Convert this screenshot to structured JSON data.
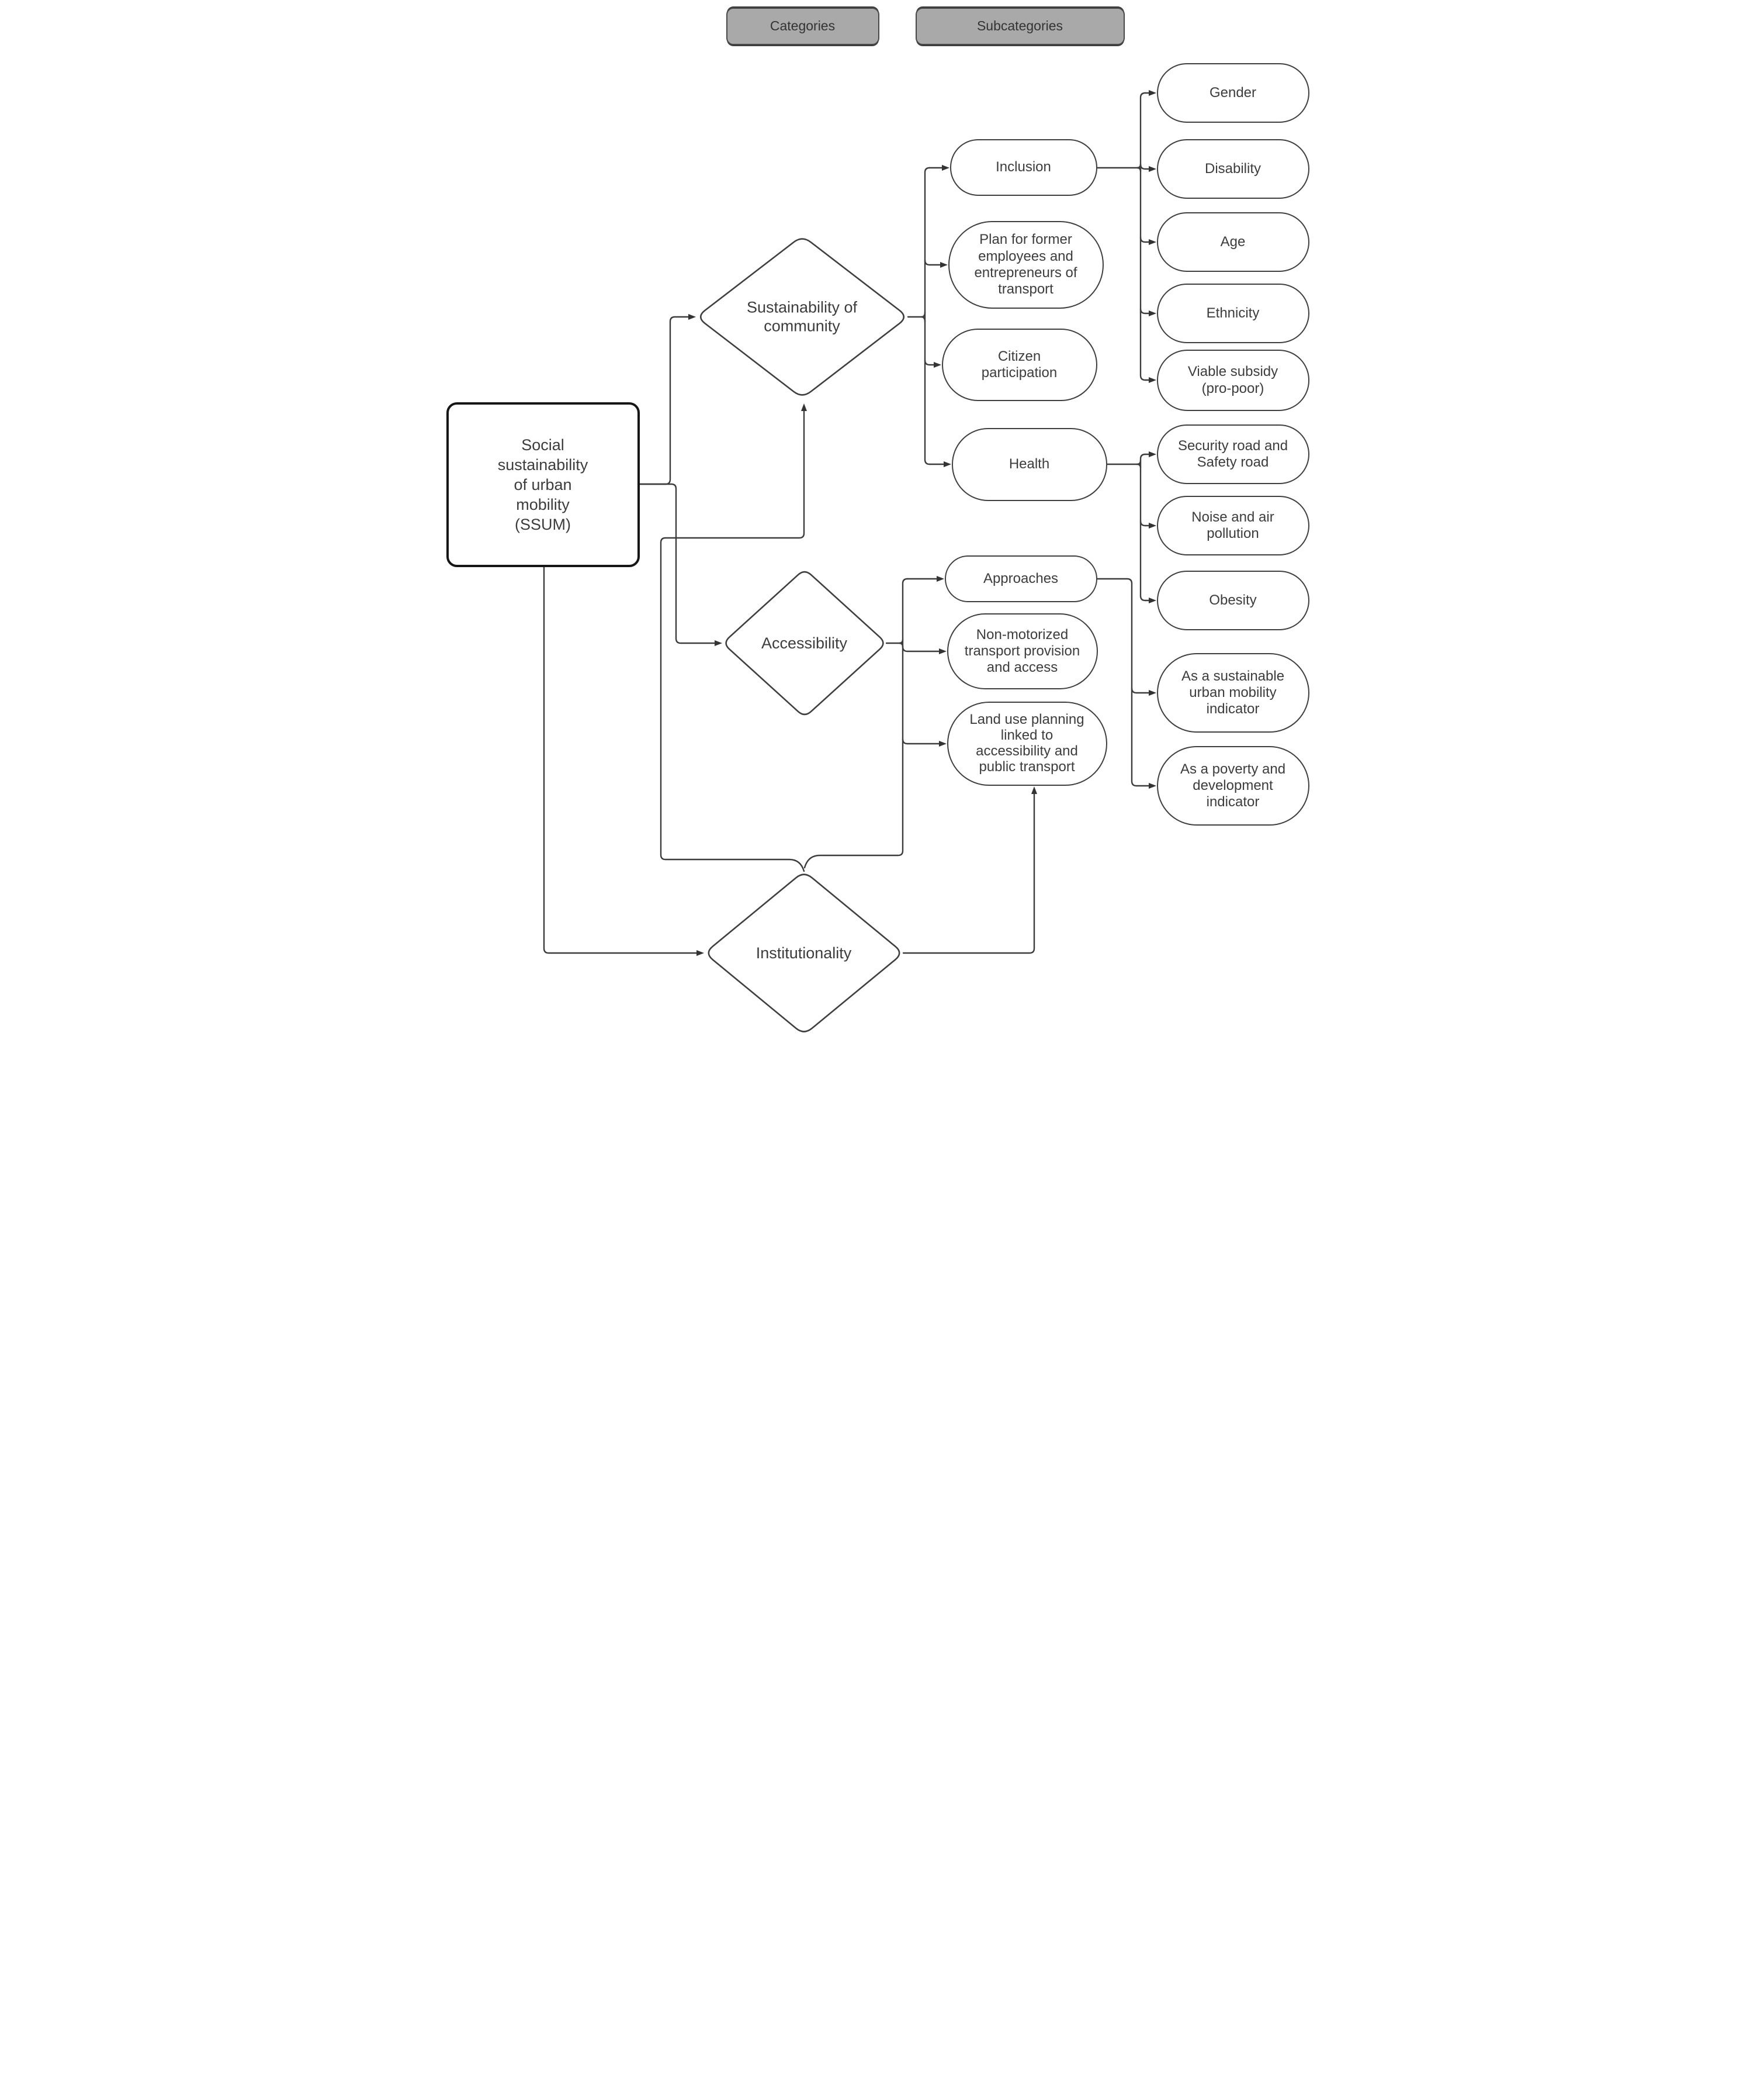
{
  "header": {
    "categories_label": "Categories",
    "subcategories_label": "Subcategories"
  },
  "root": {
    "label": "Social\nsustainability\nof urban\nmobility\n(SSUM)"
  },
  "diamonds": [
    {
      "id": "sustainability-of-community",
      "label": "Sustainability of\ncommunity"
    },
    {
      "id": "accessibility",
      "label": "Accessibility"
    },
    {
      "id": "institutionality",
      "label": "Institutionality"
    }
  ],
  "category_pills": [
    {
      "id": "inclusion",
      "label": "Inclusion"
    },
    {
      "id": "plan-former-employees",
      "label": "Plan for former\nemployees and\nentrepreneurs of\ntransport"
    },
    {
      "id": "citizen-participation",
      "label": "Citizen\nparticipation"
    },
    {
      "id": "health",
      "label": "Health"
    },
    {
      "id": "approaches",
      "label": "Approaches"
    },
    {
      "id": "non-motorized-transport",
      "label": "Non-motorized\ntransport provision\nand access"
    },
    {
      "id": "land-use-planning",
      "label": "Land use planning\nlinked to\naccessibility and\npublic transport"
    }
  ],
  "subcategory_pills": [
    {
      "id": "gender",
      "label": "Gender"
    },
    {
      "id": "disability",
      "label": "Disability"
    },
    {
      "id": "age",
      "label": "Age"
    },
    {
      "id": "ethnicity",
      "label": "Ethnicity"
    },
    {
      "id": "viable-subsidy",
      "label": "Viable subsidy\n(pro-poor)"
    },
    {
      "id": "security-safety-road",
      "label": "Security road and\nSafety road"
    },
    {
      "id": "noise-air-pollution",
      "label": "Noise and air\npollution"
    },
    {
      "id": "obesity",
      "label": "Obesity"
    },
    {
      "id": "sustainable-mobility-indicator",
      "label": "As a sustainable\nurban mobility\nindicator"
    },
    {
      "id": "poverty-development-indicator",
      "label": "As a poverty and\ndevelopment\nindicator"
    }
  ],
  "colors": {
    "connector": "#3c3c3c",
    "node_border": "#3f3f3f",
    "root_border": "#161616",
    "header_fill": "#a9a9a9",
    "text": "#3d3d3d",
    "background": "#ffffff"
  }
}
